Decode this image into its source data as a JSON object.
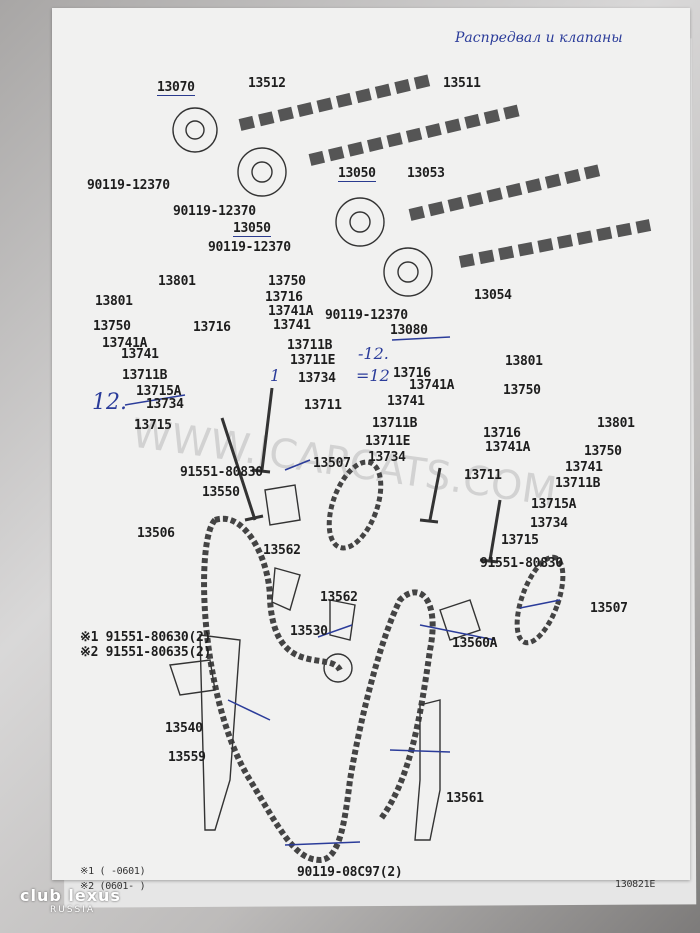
{
  "title_handwritten": "Распредвал и клапаны",
  "labels": [
    "13070",
    "13512",
    "13511",
    "90119-12370",
    "90119-12370",
    "13050",
    "13053",
    "13050",
    "90119-12370",
    "13054",
    "13801",
    "13750",
    "13801",
    "13716",
    "13741A",
    "90119-12370",
    "13750",
    "13716",
    "13741",
    "13080",
    "13741A",
    "13711B",
    "13741",
    "13711E",
    "13801",
    "13711B",
    "13734",
    "13716",
    "13741A",
    "13750",
    "13715A",
    "13734",
    "13741",
    "13711",
    "13711B",
    "13715",
    "13801",
    "13716",
    "13711E",
    "13750",
    "13741A",
    "13734",
    "13507",
    "13741",
    "91551-80830",
    "13711",
    "13711B",
    "13550",
    "13715A",
    "13506",
    "13734",
    "13715",
    "13562",
    "91551-80830",
    "13562",
    "13507",
    "※1 91551-80630(2)",
    "※2 91551-80635(2)",
    "13530",
    "13560A",
    "13540",
    "13559",
    "13561",
    "90119-08C97(2)",
    "※1 (     -0601)",
    "※2 (0601-     )",
    "130821E"
  ],
  "handwritten_notes": [
    "12.",
    "-12.",
    "=12",
    "1"
  ],
  "watermark": "WWW.JCARCATS.COM",
  "logo": {
    "name": "club lexus",
    "sub": "RUSSIA"
  },
  "colors": {
    "ink": "#1e1e1e",
    "pen": "#2b3c9a",
    "paper": "#f1f1f0"
  }
}
